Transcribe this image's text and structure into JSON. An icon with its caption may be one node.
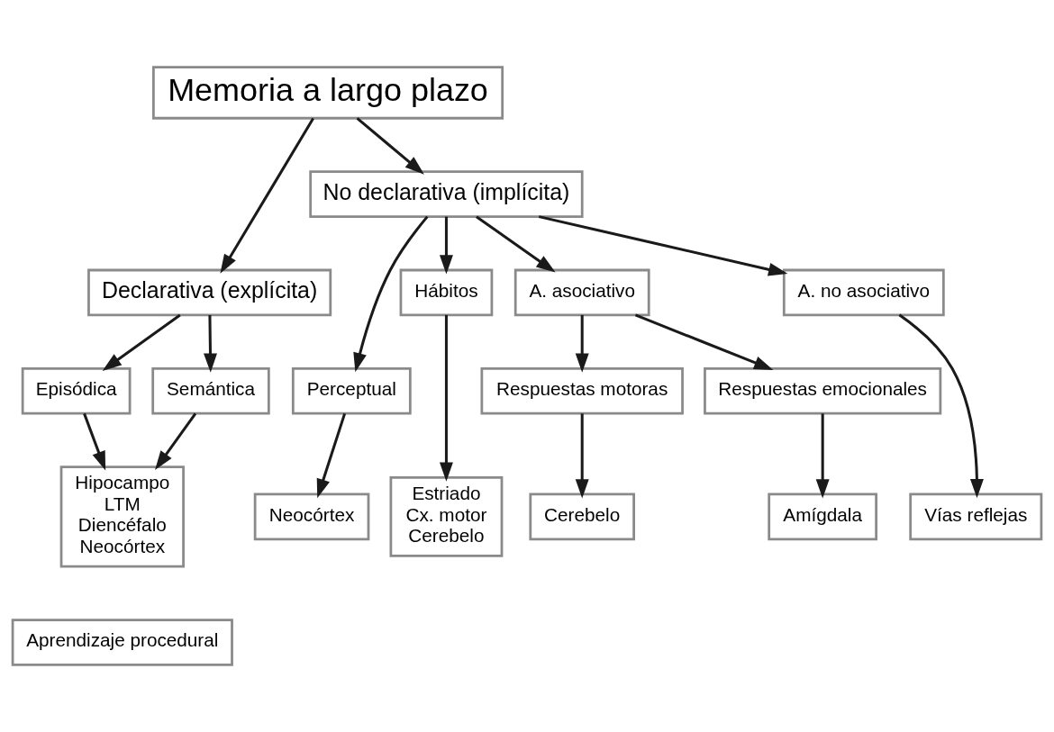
{
  "diagram": {
    "nodes": [
      {
        "text": [
          "Memoria a largo plazo"
        ]
      },
      {
        "text": [
          "Declarativa (explícita)"
        ]
      },
      {
        "text": [
          "No declarativa (implícita)"
        ]
      },
      {
        "text": [
          "Episódica"
        ]
      },
      {
        "text": [
          "Semántica"
        ]
      },
      {
        "text": [
          "Perceptual"
        ]
      },
      {
        "text": [
          "Hábitos"
        ]
      },
      {
        "text": [
          "A. asociativo"
        ]
      },
      {
        "text": [
          "A. no asociativo"
        ]
      },
      {
        "text": [
          "Respuestas motoras"
        ]
      },
      {
        "text": [
          "Respuestas emocionales"
        ]
      },
      {
        "text": [
          "Hipocampo",
          "LTM",
          "Diencéfalo",
          "Neocórtex"
        ]
      },
      {
        "text": [
          "Neocórtex"
        ]
      },
      {
        "text": [
          "Estriado",
          "Cx. motor",
          "Cerebelo"
        ]
      },
      {
        "text": [
          "Cerebelo"
        ]
      },
      {
        "text": [
          "Amígdala"
        ]
      },
      {
        "text": [
          "Vías reflejas"
        ]
      },
      {
        "text": [
          "Aprendizaje procedural"
        ]
      }
    ],
    "edges": [
      {
        "from": 0,
        "to": 1,
        "arrow": "to"
      },
      {
        "from": 0,
        "to": 2,
        "arrow": "to"
      },
      {
        "from": 1,
        "to": 3,
        "arrow": "to"
      },
      {
        "from": 1,
        "to": 4,
        "arrow": "to"
      },
      {
        "from": 2,
        "to": 5,
        "arrow": "to"
      },
      {
        "from": 2,
        "to": 6,
        "arrow": "to"
      },
      {
        "from": 2,
        "to": 7,
        "arrow": "to"
      },
      {
        "from": 2,
        "to": 8,
        "arrow": "to"
      },
      {
        "from": 7,
        "to": 9,
        "arrow": "to"
      },
      {
        "from": 7,
        "to": 10,
        "arrow": "to"
      },
      {
        "from": 3,
        "to": 11,
        "arrow": "to"
      },
      {
        "from": 4,
        "to": 11,
        "arrow": "to"
      },
      {
        "from": 5,
        "to": 12,
        "arrow": "to"
      },
      {
        "from": 6,
        "to": 13,
        "arrow": "to"
      },
      {
        "from": 9,
        "to": 14,
        "arrow": "to"
      },
      {
        "from": 10,
        "to": 15,
        "arrow": "to"
      },
      {
        "from": 8,
        "to": 16,
        "arrow": "to"
      }
    ]
  }
}
